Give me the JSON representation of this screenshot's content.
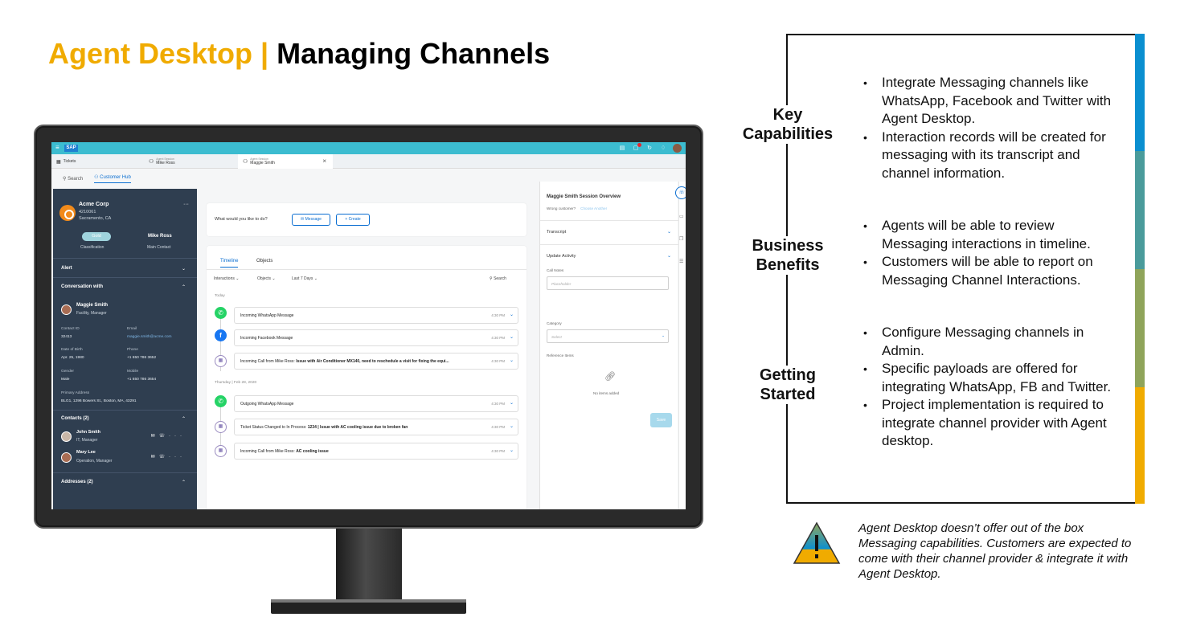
{
  "slide": {
    "title_accent": "Agent Desktop |",
    "title_main": "Managing Channels"
  },
  "app": {
    "shellbar": {
      "logo": "SAP"
    },
    "tabs": [
      {
        "label": "Tickets"
      },
      {
        "small": "Agent Session",
        "label": "Mike Ross"
      },
      {
        "small": "Agent Session",
        "label": "Maggie Smith"
      }
    ],
    "subnav": {
      "search": "Search",
      "customer_hub": "Customer Hub"
    },
    "customer": {
      "company": "Acme Corp",
      "id": "4210061",
      "location": "Sacramento, CA",
      "classification_value": "Gold",
      "classification_label": "Classification",
      "main_contact_value": "Mike Ross",
      "main_contact_label": "Main Contact",
      "alert": "Alert",
      "conversation_with": "Conversation with",
      "person_name": "Maggie Smith",
      "person_role": "Facility, Manager",
      "contact_id_label": "Contact ID",
      "contact_id": "32413",
      "email_label": "Email",
      "email": "maggie.smith@acme.com",
      "dob_label": "Date of Birth",
      "dob": "Apr. 25, 1980",
      "phone_label": "Phone",
      "phone": "+1 650 786 3652",
      "gender_label": "Gender",
      "gender": "Male",
      "mobile_label": "Mobile",
      "mobile": "+1 650 786 3654",
      "address_label": "Primary Address",
      "address": "BLG1, 1296 Bowers St., Boston, MA, 43291",
      "contacts_header": "Contacts (2)",
      "contacts": [
        {
          "name": "John Smith",
          "role": "IT, Manager"
        },
        {
          "name": "Mary Lee",
          "role": "Operation, Manager"
        }
      ],
      "addresses_header": "Addresses (2)"
    },
    "actions": {
      "prompt": "What would you like to do?",
      "message_button": "Message",
      "create_button": "Create"
    },
    "timeline": {
      "tab_timeline": "Timeline",
      "tab_objects": "Objects",
      "filter_interactions": "Interactions",
      "filter_objects": "Objects",
      "filter_range": "Last 7 Days",
      "search": "Search",
      "group_today": "Today",
      "group_thursday": "Thursday | Feb 28, 2020",
      "events": [
        {
          "text": "Incoming WhatsApp Message",
          "time": "4:30 PM"
        },
        {
          "text": "Incoming Facebook Message",
          "time": "4:30 PM"
        },
        {
          "text_prefix": "Incoming Call from Mike Ross: ",
          "text_bold": "Issue with Air Conditioner MX140, need to reschedule a visit for fixing the equi...",
          "time": "4:30 PM"
        },
        {
          "text": "Outgoing WhatsApp Message",
          "time": "4:30 PM"
        },
        {
          "text_prefix": "Ticket Status Changed to In Process: ",
          "text_bold": "1234 | Issue with AC cooling issue due to broken fan",
          "time": "4:30 PM"
        },
        {
          "text_prefix": "Incoming Call from Mike Ross: ",
          "text_bold": "AC cooling issue",
          "time": "4:30 PM"
        }
      ]
    },
    "session": {
      "title": "Maggie Smith Session Overview",
      "wrong_customer": "Wrong customer?",
      "choose_another": "Choose Another",
      "transcript": "Transcript",
      "update_activity": "Update Activity",
      "call_notes_label": "Call Notes",
      "call_notes_placeholder": "Placeholder",
      "category_label": "Category",
      "category_placeholder": "Select",
      "reference_items_label": "Reference Items",
      "no_items": "No items added",
      "save_button": "Save"
    }
  },
  "info": {
    "key_capabilities_label": "Key Capabilities",
    "key_capabilities": [
      "Integrate Messaging channels like WhatsApp, Facebook and Twitter with Agent Desktop.",
      "Interaction records will be created for messaging with its transcript and channel information."
    ],
    "business_benefits_label": "Business Benefits",
    "business_benefits": [
      "Agents will be able to review Messaging interactions in timeline.",
      "Customers will be able to report on Messaging Channel Interactions."
    ],
    "getting_started_label": "Getting Started",
    "getting_started": [
      "Configure Messaging channels in Admin.",
      "Specific payloads are offered for integrating WhatsApp, FB and Twitter.",
      "Project implementation is required to integrate channel provider with Agent desktop."
    ],
    "accent_colors": [
      "#0A8FD0",
      "#4A9B9B",
      "#8FA45A",
      "#F0AB00"
    ]
  },
  "note": {
    "text": "Agent Desktop doesn’t offer out of the box Messaging capabilities. Customers are expected to come with their channel provider & integrate it with Agent Desktop.",
    "icon": "warning-triangle-icon"
  }
}
